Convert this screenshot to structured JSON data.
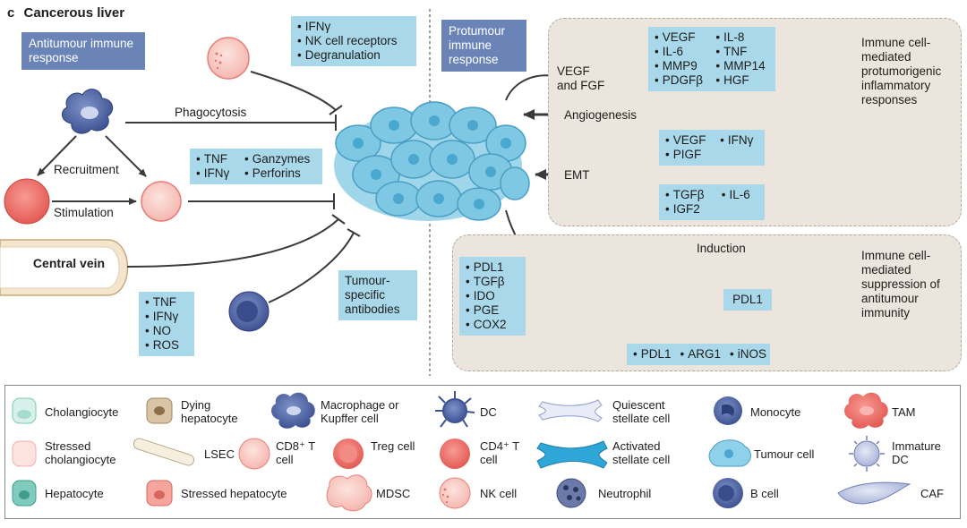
{
  "panel": {
    "letter": "c",
    "title": "Cancerous liver"
  },
  "left": {
    "header": "Antitumour immune response",
    "callout_nk": [
      "IFNγ",
      "NK cell receptors",
      "Degranulation"
    ],
    "callout_cd8": [
      "TNF",
      "Ganzymes",
      "IFNγ",
      "Perforins"
    ],
    "callout_vein": [
      "TNF",
      "IFNγ",
      "NO",
      "ROS"
    ],
    "callout_antibodies": "Tumour-specific antibodies",
    "phagocytosis": "Phagocytosis",
    "recruitment": "Recruitment",
    "stimulation": "Stimulation",
    "central_vein": "Central vein"
  },
  "right": {
    "header": "Protumour immune response",
    "vegf_fgf": "VEGF and FGF",
    "angiogenesis": "Angiogenesis",
    "emt": "EMT",
    "callout_tam": [
      "VEGF",
      "IL-8",
      "IL-6",
      "TNF",
      "MMP9",
      "MMP14",
      "PDGFβ",
      "HGF"
    ],
    "callout_nk": [
      "VEGF",
      "IFNγ",
      "PIGF"
    ],
    "callout_caf": [
      "TGFβ",
      "IL-6",
      "IGF2"
    ],
    "inflammatory_label": "Immune cell-mediated protumorigenic inflammatory responses",
    "suppression_label": "Immune cell-mediated suppression of antitumour immunity",
    "callout_mdsc": [
      "PDL1",
      "TGFβ",
      "IDO",
      "PGE",
      "COX2"
    ],
    "induction": "Induction",
    "pdl1": "PDL1",
    "callout_bottom": [
      "PDL1",
      "ARG1",
      "iNOS"
    ]
  },
  "legend": {
    "items": [
      {
        "label": "Cholangiocyte",
        "icon": "cholangiocyte-icon"
      },
      {
        "label": "Dying hepatocyte",
        "icon": "dying-hepatocyte-icon"
      },
      {
        "label": "Macrophage or Kupffer cell",
        "icon": "macrophage-icon"
      },
      {
        "label": "DC",
        "icon": "dc-icon"
      },
      {
        "label": "Quiescent stellate cell",
        "icon": "quiescent-stellate-icon"
      },
      {
        "label": "Monocyte",
        "icon": "monocyte-icon"
      },
      {
        "label": "TAM",
        "icon": "tam-icon"
      },
      {
        "label": "Stressed cholangiocyte",
        "icon": "stressed-cholangiocyte-icon"
      },
      {
        "label": "LSEC",
        "icon": "lsec-icon"
      },
      {
        "label": "CD8⁺ T cell",
        "icon": "cd8-t-cell-icon"
      },
      {
        "label": "Treg cell",
        "icon": "treg-cell-icon"
      },
      {
        "label": "CD4⁺ T cell",
        "icon": "cd4-t-cell-icon"
      },
      {
        "label": "Activated stellate cell",
        "icon": "activated-stellate-icon"
      },
      {
        "label": "Tumour cell",
        "icon": "tumour-cell-icon"
      },
      {
        "label": "Immature DC",
        "icon": "immature-dc-icon"
      },
      {
        "label": "Hepatocyte",
        "icon": "hepatocyte-icon"
      },
      {
        "label": "Stressed hepatocyte",
        "icon": "stressed-hepatocyte-icon"
      },
      {
        "label": "MDSC",
        "icon": "mdsc-icon"
      },
      {
        "label": "NK cell",
        "icon": "nk-cell-icon"
      },
      {
        "label": "Neutrophil",
        "icon": "neutrophil-icon"
      },
      {
        "label": "B cell",
        "icon": "b-cell-icon"
      },
      {
        "label": "CAF",
        "icon": "caf-icon"
      }
    ]
  },
  "colors": {
    "callout": "#a8d8ea",
    "header": "#6b84b8",
    "group_bg": "#ece5de",
    "tumour": "#7ec8e3",
    "line": "#3a3a3a"
  }
}
